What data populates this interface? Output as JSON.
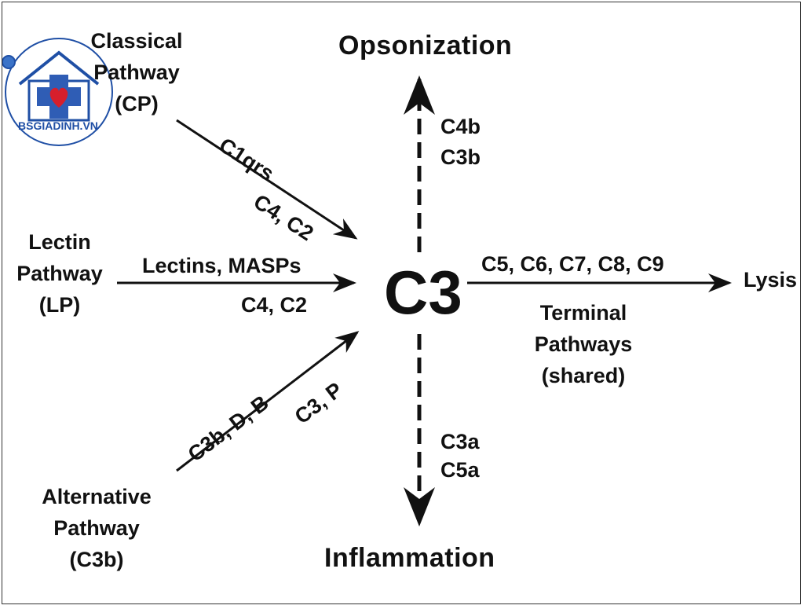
{
  "logo": {
    "text": "BSGIADINH.VN",
    "brand_color": "#1f4fa5",
    "heart_color": "#d61f2c"
  },
  "center": {
    "label": "C3"
  },
  "sources": {
    "classical": {
      "line1": "Classical",
      "line2": "Pathway",
      "line3": "(CP)"
    },
    "lectin": {
      "line1": "Lectin",
      "line2": "Pathway",
      "line3": "(LP)"
    },
    "alternative": {
      "line1": "Alternative",
      "line2": "Pathway",
      "line3": "(C3b)"
    }
  },
  "arrow_labels": {
    "classical_top": "C1qrs",
    "classical_bottom": "C4, C2",
    "lectin_top": "Lectins, MASPs",
    "lectin_bottom": "C4, C2",
    "alternative_left": "C3b, D, B",
    "alternative_right": "C3, P",
    "up_line1": "C4b",
    "up_line2": "C3b",
    "down_line1": "C3a",
    "down_line2": "C5a",
    "right_top": "C5, C6, C7, C8, C9"
  },
  "outcomes": {
    "opsonization": "Opsonization",
    "inflammation": "Inflammation",
    "lysis": "Lysis"
  },
  "terminal": {
    "line1": "Terminal",
    "line2": "Pathways",
    "line3": "(shared)"
  }
}
